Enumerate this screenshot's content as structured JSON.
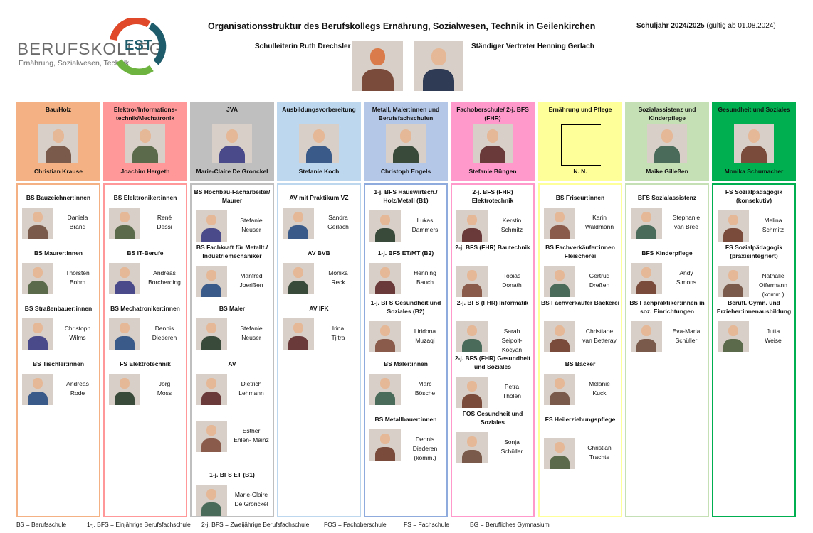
{
  "header": {
    "logo_name": "BERUFSKOLLEG",
    "logo_sub": "Ernährung, Sozialwesen, Technik",
    "logo_badge": "EST",
    "title": "Organisationsstruktur des Berufskollegs Ernährung, Sozialwesen, Technik in Geilenkirchen",
    "year_bold": "Schuljahr 2024/2025",
    "year_rest": " (gültig ab 01.08.2024)",
    "leader1": "Schulleiterin Ruth Drechsler",
    "leader2": "Ständiger Vertreter Henning Gerlach"
  },
  "colors": {
    "bau": "#f4b183",
    "elektro": "#ff9999",
    "jva": "#bfbfbf",
    "ausb": "#bdd7ee",
    "metall": "#b4c7e7",
    "fos": "#ff99cc",
    "ern": "#ffff99",
    "sozass": "#c5e0b4",
    "ges": "#00b050"
  },
  "columns": [
    {
      "name": "Bau/Holz",
      "head": "Christian Krause",
      "color": "#f4b183",
      "border": "#f4b183"
    },
    {
      "name": "Elektro-/Informations-technik/Mechatronik",
      "head": "Joachim Hergeth",
      "color": "#ff9999",
      "border": "#ff9999"
    },
    {
      "name": "JVA",
      "head": "Marie-Claire De Gronckel",
      "color": "#bfbfbf",
      "border": "#bfbfbf"
    },
    {
      "name": "Ausbildungsvorbereitung",
      "head": "Stefanie Koch",
      "color": "#bdd7ee",
      "border": "#bdd7ee"
    },
    {
      "name": "Metall, Maler:innen und Berufsfachschulen",
      "head": "Christoph Engels",
      "color": "#b4c7e7",
      "border": "#8faadc"
    },
    {
      "name": "Fachoberschule/ 2-j. BFS (FHR)",
      "head": "Stefanie Büngen",
      "color": "#ff99cc",
      "border": "#ff99cc"
    },
    {
      "name": "Ernährung und Pflege",
      "head": "N. N.",
      "color": "#ffff99",
      "border": "#ffff99"
    },
    {
      "name": "Sozialassistenz und Kinderpflege",
      "head": "Maike Gilleßen",
      "color": "#c5e0b4",
      "border": "#c5e0b4"
    },
    {
      "name": "Gesundheit und Soziales",
      "head": "Monika Schumacher",
      "color": "#00b050",
      "border": "#00b050"
    }
  ],
  "sections": [
    [
      {
        "sec": "BS Bauzeichner:innen",
        "p1": "Daniela",
        "p2": "Brand",
        "p3": ""
      },
      {
        "sec": "BS Maurer:innen",
        "p1": "Thorsten",
        "p2": "Bohm",
        "p3": ""
      },
      {
        "sec": "BS Straßenbauer:innen",
        "p1": "Christoph",
        "p2": "Wilms",
        "p3": ""
      },
      {
        "sec": "BS Tischler:innen",
        "p1": "Andreas",
        "p2": "Rode",
        "p3": ""
      }
    ],
    [
      {
        "sec": "BS Elektroniker:innen",
        "p1": "René",
        "p2": "Dessi",
        "p3": ""
      },
      {
        "sec": "BS IT-Berufe",
        "p1": "Andreas",
        "p2": "Borcherding",
        "p3": ""
      },
      {
        "sec": "BS Mechatroniker:innen",
        "p1": "Dennis",
        "p2": "Diederen",
        "p3": ""
      },
      {
        "sec": "FS Elektrotechnik",
        "p1": "Jörg",
        "p2": "Moss",
        "p3": ""
      }
    ],
    [
      {
        "sec": "BS Hochbau-Facharbeiter/ Maurer",
        "p1": "Stefanie",
        "p2": "Neuser",
        "p3": ""
      },
      {
        "sec": "BS Fachkraft für Metallt./ Industriemechaniker",
        "p1": "Manfred",
        "p2": "Joerißen",
        "p3": ""
      },
      {
        "sec": "BS Maler",
        "p1": "Stefanie",
        "p2": "Neuser",
        "p3": ""
      },
      {
        "sec": "AV",
        "p1": "Dietrich",
        "p2": "Lehmann",
        "p3": ""
      },
      {
        "sec": "",
        "p1": "Esther",
        "p2": "Ehlen- Mainz",
        "p3": ""
      },
      {
        "sec": "1-j. BFS ET (B1)",
        "p1": "Marie-Claire",
        "p2": "De Gronckel",
        "p3": ""
      }
    ],
    [
      {
        "sec": "AV mit Praktikum VZ",
        "p1": "Sandra",
        "p2": "Gerlach",
        "p3": ""
      },
      {
        "sec": "AV BVB",
        "p1": "Monika",
        "p2": "Reck",
        "p3": ""
      },
      {
        "sec": "AV IFK",
        "p1": "Irina",
        "p2": "Tjitra",
        "p3": ""
      }
    ],
    [
      {
        "sec": "1-j. BFS Hauswirtsch./ Holz/Metall (B1)",
        "p1": "Lukas",
        "p2": "Dammers",
        "p3": ""
      },
      {
        "sec": "1-j. BFS ET/MT (B2)",
        "p1": "Henning",
        "p2": "Bauch",
        "p3": ""
      },
      {
        "sec": "1-j. BFS Gesundheit und Soziales (B2)",
        "p1": "Liridona",
        "p2": "Muzaqi",
        "p3": ""
      },
      {
        "sec": "BS Maler:innen",
        "p1": "Marc",
        "p2": "Bösche",
        "p3": ""
      },
      {
        "sec": "BS Metallbauer:innen",
        "p1": "Dennis",
        "p2": "Diederen",
        "p3": "(komm.)"
      }
    ],
    [
      {
        "sec": "2-j. BFS (FHR) Elektrotechnik",
        "p1": "Kerstin",
        "p2": "Schmitz",
        "p3": ""
      },
      {
        "sec": "2-j. BFS (FHR) Bautechnik",
        "p1": "Tobias",
        "p2": "Donath",
        "p3": ""
      },
      {
        "sec": "2-j. BFS (FHR) Informatik",
        "p1": "Sarah",
        "p2": "Seipolt-",
        "p3": "Kocyan"
      },
      {
        "sec": "2-j. BFS (FHR) Gesundheit und Soziales",
        "p1": "Petra",
        "p2": "Tholen",
        "p3": ""
      },
      {
        "sec": "FOS Gesundheit und Soziales",
        "p1": "Sonja",
        "p2": "Schüller",
        "p3": ""
      }
    ],
    [
      {
        "sec": "BS Friseur:innen",
        "p1": "Karin",
        "p2": "Waldmann",
        "p3": ""
      },
      {
        "sec": "BS Fachverkäufer:innen Fleischerei",
        "p1": "Gertrud",
        "p2": "Dreßen",
        "p3": ""
      },
      {
        "sec": "BS Fachverkäufer Bäckerei",
        "p1": "Christiane",
        "p2": "van Betteray",
        "p3": ""
      },
      {
        "sec": "BS Bäcker",
        "p1": "Melanie",
        "p2": "Kuck",
        "p3": ""
      },
      {
        "sec": "FS Heilerziehungspflege",
        "p1": "Christian",
        "p2": "Trachte",
        "p3": ""
      }
    ],
    [
      {
        "sec": "BFS Sozialassistenz",
        "p1": "Stephanie",
        "p2": "van Bree",
        "p3": ""
      },
      {
        "sec": "BFS Kinderpflege",
        "p1": "Andy",
        "p2": "Simons",
        "p3": ""
      },
      {
        "sec": "BS Fachpraktiker:innen in soz. Einrichtungen",
        "p1": "Eva-Maria",
        "p2": "Schüller",
        "p3": ""
      }
    ],
    [
      {
        "sec": "FS Sozialpädagogik (konsekutiv)",
        "p1": "Melina",
        "p2": "Schmitz",
        "p3": ""
      },
      {
        "sec": "FS Sozialpädagogik (praxisintegriert)",
        "p1": "Nathalie",
        "p2": "Offermann",
        "p3": "(komm.)"
      },
      {
        "sec": "Berufl. Gymn. und Erzieher:innenausbildung",
        "p1": "Jutta",
        "p2": "Weise",
        "p3": ""
      }
    ]
  ],
  "legend": [
    "BS = Berufsschule",
    "1-j. BFS = Einjährige Berufsfachschule",
    "2-j. BFS = Zweijährige Berufsfachschule",
    "FOS = Fachoberschule",
    "FS = Fachschule",
    "BG = Berufliches Gymnasium"
  ]
}
